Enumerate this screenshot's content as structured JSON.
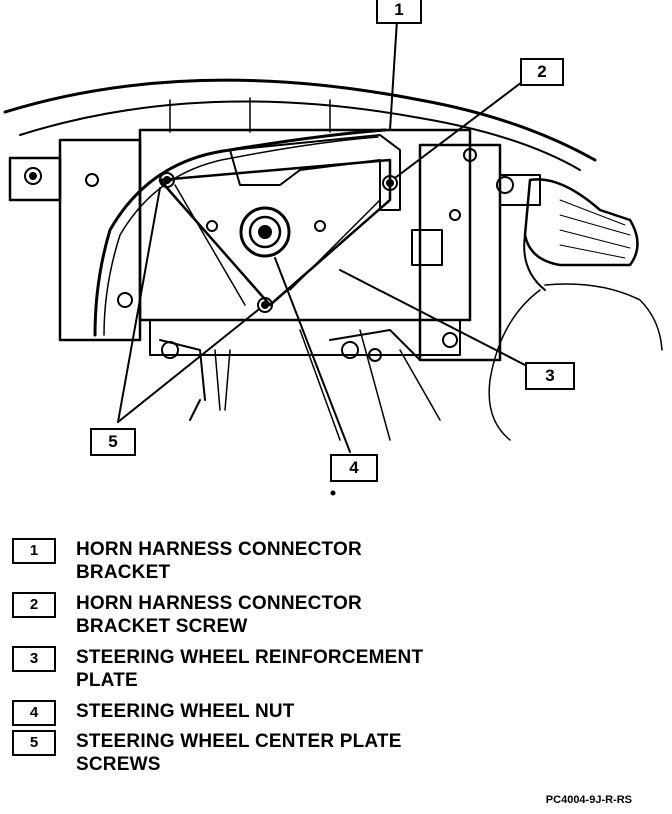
{
  "callouts": [
    "1",
    "2",
    "3",
    "4",
    "5"
  ],
  "legend": [
    {
      "num": "1",
      "line1": "HORN HARNESS CONNECTOR",
      "line2": "BRACKET"
    },
    {
      "num": "2",
      "line1": "HORN HARNESS CONNECTOR",
      "line2": "BRACKET SCREW"
    },
    {
      "num": "3",
      "line1": "STEERING WHEEL REINFORCEMENT",
      "line2": "PLATE"
    },
    {
      "num": "4",
      "line1": "STEERING WHEEL NUT",
      "line2": ""
    },
    {
      "num": "5",
      "line1": "STEERING WHEEL CENTER PLATE",
      "line2": "SCREWS"
    }
  ],
  "figure_code": "PC4004-9J-R-RS"
}
